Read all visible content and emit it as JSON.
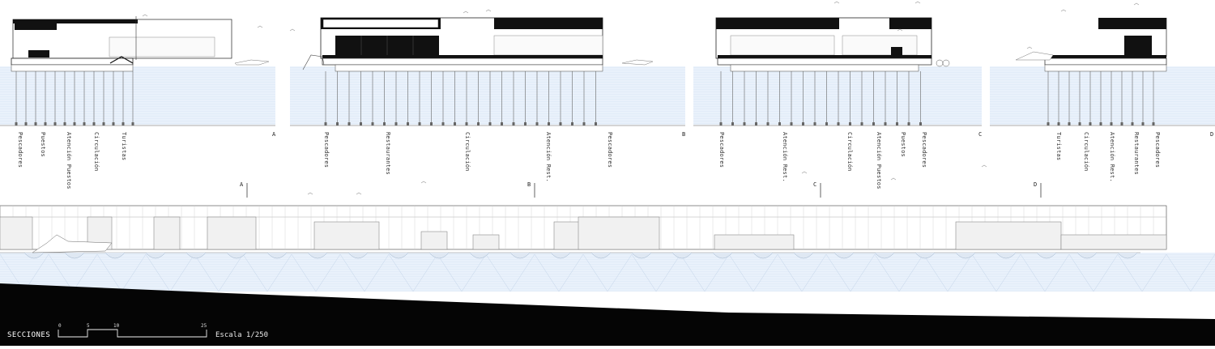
{
  "sections": [
    {
      "id": "A",
      "labels": [
        "Pescadores",
        "Puestos",
        "Atención Puestos",
        "Circulación",
        "Turistas"
      ]
    },
    {
      "id": "B",
      "labels": [
        "Pescadores",
        "Restaurantes",
        "Circulación",
        "Atención Rest.",
        "Pescadores"
      ]
    },
    {
      "id": "C",
      "labels": [
        "Pescadores",
        "Atención Rest.",
        "Circulación",
        "Atención Puestos",
        "Puestos",
        "Pescadores"
      ]
    },
    {
      "id": "D",
      "labels": [
        "Turistas",
        "Circulación",
        "Atención Rest.",
        "Restaurantes",
        "Pescadores"
      ]
    }
  ],
  "plan_markers": [
    "A",
    "B",
    "C",
    "D"
  ],
  "footer": {
    "title": "SECCIONES",
    "scale_ticks": [
      "0",
      "5",
      "10",
      "25"
    ],
    "scale_note": "Escala 1/250"
  },
  "colors": {
    "water": "#e9f1fb",
    "water_line": "#c9d9ee",
    "ink": "#111111",
    "ground": "#050505"
  }
}
